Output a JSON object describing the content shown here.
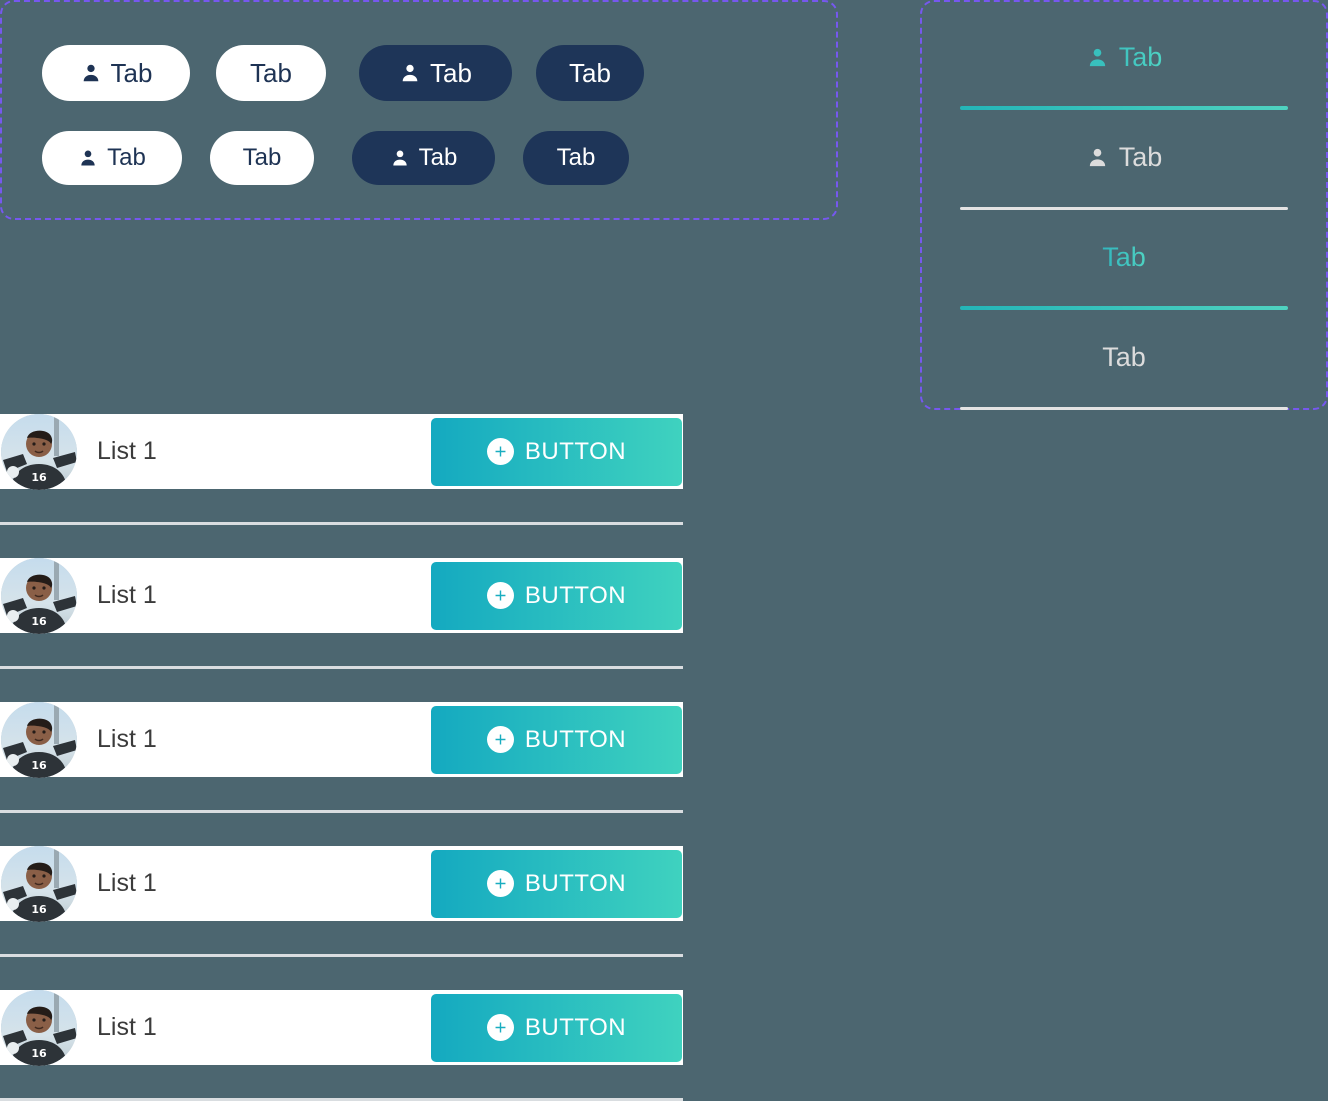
{
  "theme": {
    "background": "#4c6670",
    "annotation_border": "#7658ef",
    "pill_light_bg": "#ffffff",
    "pill_light_text": "#1e3354",
    "pill_dark_bg": "#1e3558",
    "pill_dark_text": "#ffffff",
    "accent_teal_start": "#14a9c0",
    "accent_teal_end": "#3fd2bf",
    "tab_active_text": "#3ec6c2",
    "tab_inactive_text": "#dcdcdc",
    "card_bg": "#ffffff",
    "divider": "#d9dde0",
    "list_title_color": "#3b3b3b"
  },
  "pill_tabs": {
    "rows": [
      {
        "size": "large",
        "items": [
          {
            "label": "Tab",
            "style": "light",
            "icon": "person-icon",
            "has_icon": true
          },
          {
            "label": "Tab",
            "style": "light",
            "icon": null,
            "has_icon": false
          },
          {
            "label": "Tab",
            "style": "dark",
            "icon": "person-icon",
            "has_icon": true
          },
          {
            "label": "Tab",
            "style": "dark",
            "icon": null,
            "has_icon": false
          }
        ]
      },
      {
        "size": "small",
        "items": [
          {
            "label": "Tab",
            "style": "light",
            "icon": "person-icon",
            "has_icon": true
          },
          {
            "label": "Tab",
            "style": "light",
            "icon": null,
            "has_icon": false
          },
          {
            "label": "Tab",
            "style": "dark",
            "icon": "person-icon",
            "has_icon": true
          },
          {
            "label": "Tab",
            "style": "dark",
            "icon": null,
            "has_icon": false
          }
        ]
      }
    ]
  },
  "vertical_tabs": {
    "items": [
      {
        "label": "Tab",
        "state": "active",
        "icon": "person-icon",
        "has_icon": true
      },
      {
        "label": "Tab",
        "state": "inactive",
        "icon": "person-icon",
        "has_icon": true
      },
      {
        "label": "Tab",
        "state": "active",
        "icon": null,
        "has_icon": false
      },
      {
        "label": "Tab",
        "state": "inactive",
        "icon": null,
        "has_icon": false
      }
    ]
  },
  "list": {
    "rows": [
      {
        "title": "List 1",
        "button_label": "BUTTON",
        "button_icon": "plus-circle-icon",
        "avatar": "soccer-player-avatar"
      },
      {
        "title": "List 1",
        "button_label": "BUTTON",
        "button_icon": "plus-circle-icon",
        "avatar": "soccer-player-avatar"
      },
      {
        "title": "List 1",
        "button_label": "BUTTON",
        "button_icon": "plus-circle-icon",
        "avatar": "soccer-player-avatar"
      },
      {
        "title": "List 1",
        "button_label": "BUTTON",
        "button_icon": "plus-circle-icon",
        "avatar": "soccer-player-avatar"
      },
      {
        "title": "List 1",
        "button_label": "BUTTON",
        "button_icon": "plus-circle-icon",
        "avatar": "soccer-player-avatar"
      }
    ]
  }
}
